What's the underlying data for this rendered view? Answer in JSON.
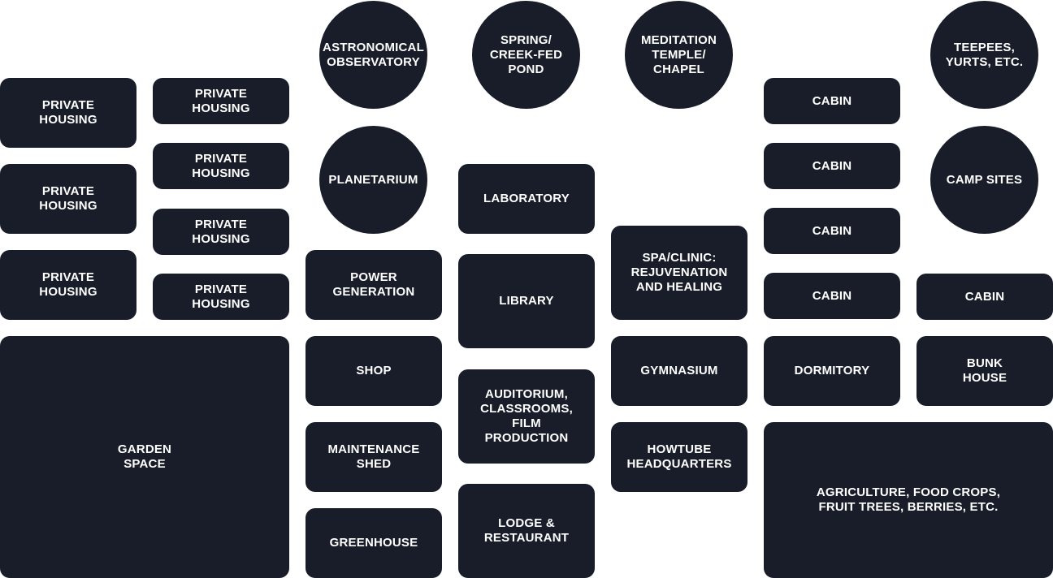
{
  "block_color": "#181d29",
  "text_color": "#ffffff",
  "blocks": {
    "private_housing_l1": "PRIVATE\nHOUSING",
    "private_housing_l2": "PRIVATE\nHOUSING",
    "private_housing_l3": "PRIVATE\nHOUSING",
    "private_housing_r1": "PRIVATE\nHOUSING",
    "private_housing_r2": "PRIVATE\nHOUSING",
    "private_housing_r3": "PRIVATE\nHOUSING",
    "private_housing_r4": "PRIVATE\nHOUSING",
    "garden_space": "GARDEN\nSPACE",
    "astronomical_observatory": "ASTRONOMICAL\nOBSERVATORY",
    "planetarium": "PLANETARIUM",
    "power_generation": "POWER\nGENERATION",
    "shop": "SHOP",
    "maintenance_shed": "MAINTENANCE\nSHED",
    "greenhouse": "GREENHOUSE",
    "spring_pond": "SPRING/\nCREEK-FED\nPOND",
    "laboratory": "LABORATORY",
    "library": "LIBRARY",
    "auditorium": "AUDITORIUM,\nCLASSROOMS,\nFILM\nPRODUCTION",
    "lodge_restaurant": "LODGE &\nRESTAURANT",
    "meditation_temple": "MEDITATION\nTEMPLE/\nCHAPEL",
    "spa_clinic": "SPA/CLINIC:\nREJUVENATION\nAND HEALING",
    "gymnasium": "GYMNASIUM",
    "howtube_hq": "HOWTUBE\nHEADQUARTERS",
    "cabin_1": "CABIN",
    "cabin_2": "CABIN",
    "cabin_3": "CABIN",
    "cabin_4": "CABIN",
    "cabin_5": "CABIN",
    "dormitory": "DORMITORY",
    "bunk_house": "BUNK\nHOUSE",
    "teepees_yurts": "TEEPEES,\nYURTS, ETC.",
    "camp_sites": "CAMP SITES",
    "agriculture": "AGRICULTURE, FOOD CROPS,\nFRUIT TREES, BERRIES, ETC."
  }
}
